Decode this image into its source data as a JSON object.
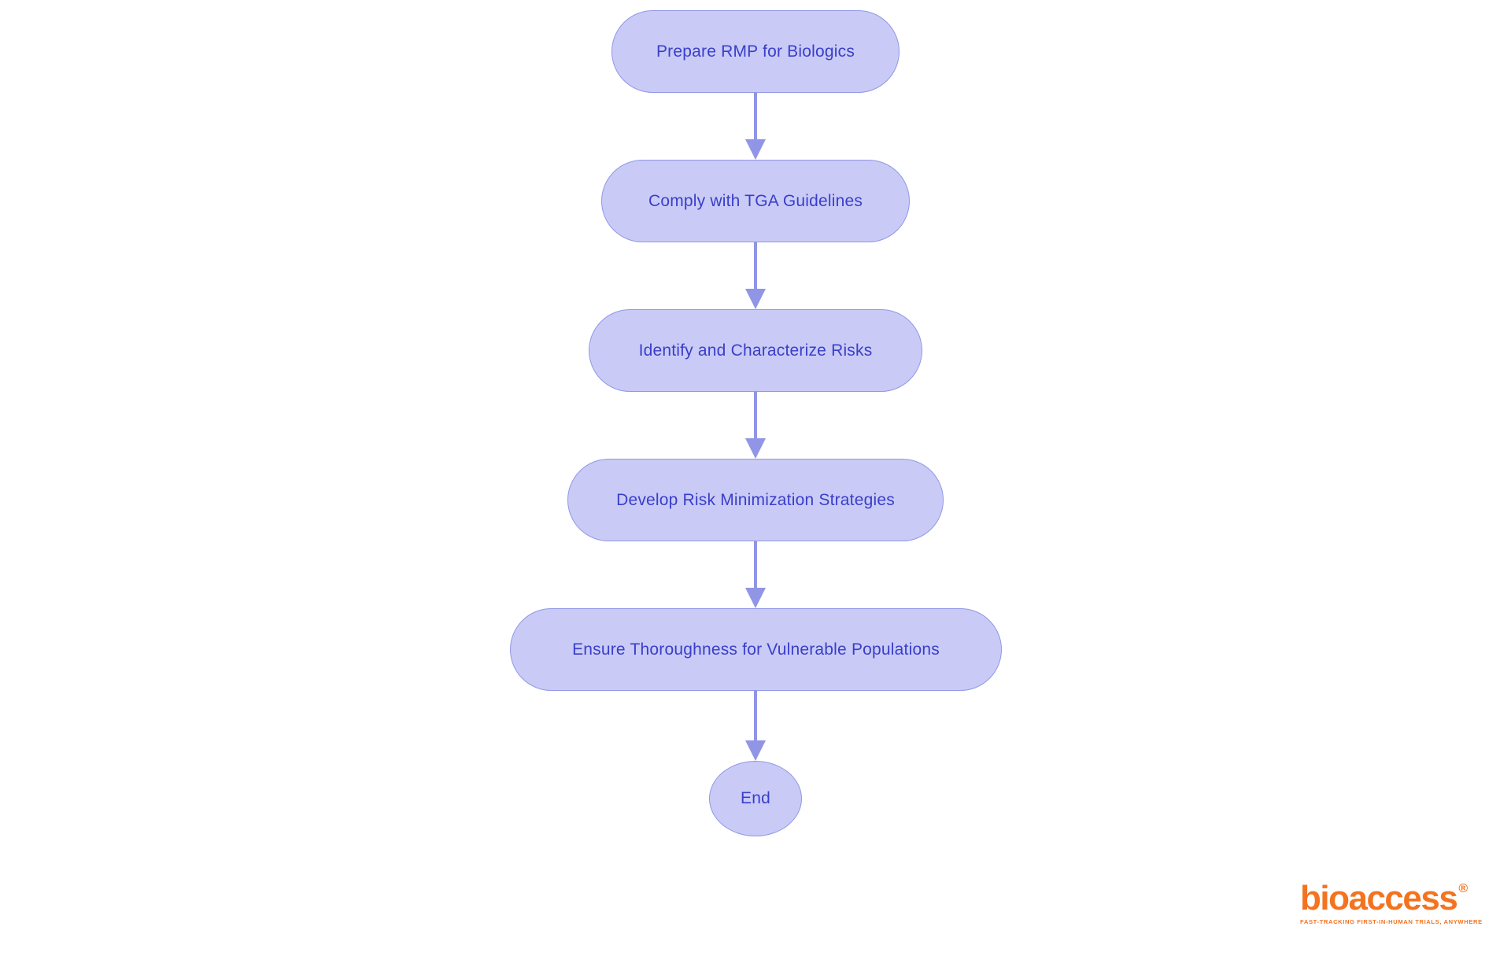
{
  "diagram": {
    "type": "flowchart",
    "direction": "top-down",
    "nodes": [
      {
        "id": "n1",
        "label": "Prepare RMP for Biologics",
        "shape": "pill"
      },
      {
        "id": "n2",
        "label": "Comply with TGA Guidelines",
        "shape": "pill"
      },
      {
        "id": "n3",
        "label": "Identify and Characterize Risks",
        "shape": "pill"
      },
      {
        "id": "n4",
        "label": "Develop Risk Minimization Strategies",
        "shape": "pill"
      },
      {
        "id": "n5",
        "label": "Ensure Thoroughness for Vulnerable Populations",
        "shape": "pill"
      },
      {
        "id": "n6",
        "label": "End",
        "shape": "circle"
      }
    ],
    "edges": [
      {
        "from": "n1",
        "to": "n2"
      },
      {
        "from": "n2",
        "to": "n3"
      },
      {
        "from": "n3",
        "to": "n4"
      },
      {
        "from": "n4",
        "to": "n5"
      },
      {
        "from": "n5",
        "to": "n6"
      }
    ],
    "colors": {
      "node_fill": "#c9cbf6",
      "node_border": "#9197e6",
      "node_text": "#3a3ec9",
      "arrow": "#9095e6"
    }
  },
  "logo": {
    "brand": "bioaccess",
    "registered": "®",
    "tagline": "FAST-TRACKING FIRST-IN-HUMAN TRIALS, ANYWHERE",
    "color": "#f4731f"
  }
}
